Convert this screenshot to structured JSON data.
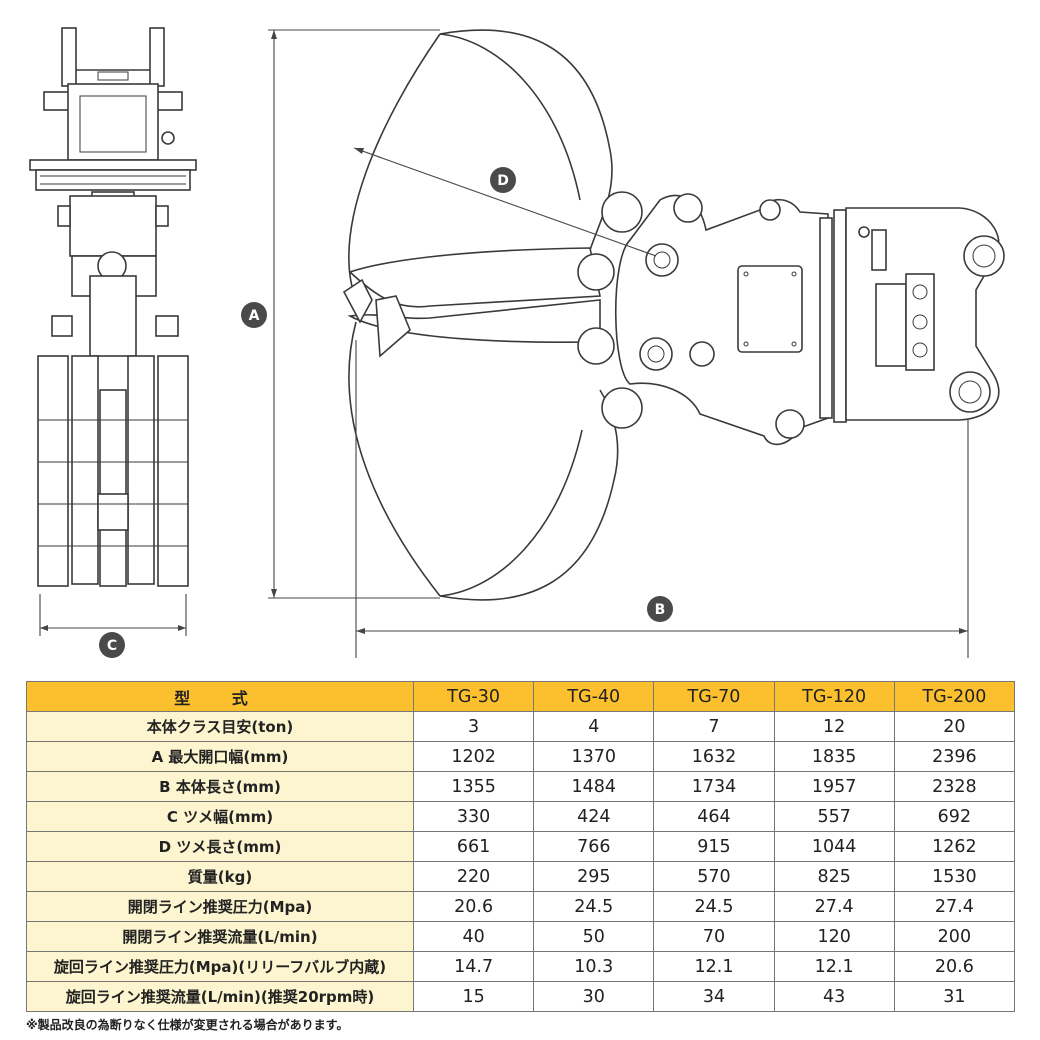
{
  "drawing": {
    "dimension_labels": [
      "A",
      "B",
      "C",
      "D"
    ]
  },
  "table": {
    "corner_label": "型 式",
    "models": [
      "TG-30",
      "TG-40",
      "TG-70",
      "TG-120",
      "TG-200"
    ],
    "rows": [
      {
        "label": "本体クラス目安(ton)",
        "values": [
          "3",
          "4",
          "7",
          "12",
          "20"
        ]
      },
      {
        "label": "A 最大開口幅(mm)",
        "values": [
          "1202",
          "1370",
          "1632",
          "1835",
          "2396"
        ]
      },
      {
        "label": "B 本体長さ(mm)",
        "values": [
          "1355",
          "1484",
          "1734",
          "1957",
          "2328"
        ]
      },
      {
        "label": "C ツメ幅(mm)",
        "values": [
          "330",
          "424",
          "464",
          "557",
          "692"
        ]
      },
      {
        "label": "D ツメ長さ(mm)",
        "values": [
          "661",
          "766",
          "915",
          "1044",
          "1262"
        ]
      },
      {
        "label": "質量(kg)",
        "values": [
          "220",
          "295",
          "570",
          "825",
          "1530"
        ]
      },
      {
        "label": "開閉ライン推奨圧力(Mpa)",
        "values": [
          "20.6",
          "24.5",
          "24.5",
          "27.4",
          "27.4"
        ]
      },
      {
        "label": "開閉ライン推奨流量(L/min)",
        "values": [
          "40",
          "50",
          "70",
          "120",
          "200"
        ]
      },
      {
        "label": "旋回ライン推奨圧力(Mpa)(リリーフバルブ内蔵)",
        "values": [
          "14.7",
          "10.3",
          "12.1",
          "12.1",
          "20.6"
        ]
      },
      {
        "label": "旋回ライン推奨流量(L/min)(推奨20rpm時)",
        "values": [
          "15",
          "30",
          "34",
          "43",
          "31"
        ]
      }
    ]
  },
  "footnote": "※製品改良の為断りなく仕様が変更される場合があります。"
}
